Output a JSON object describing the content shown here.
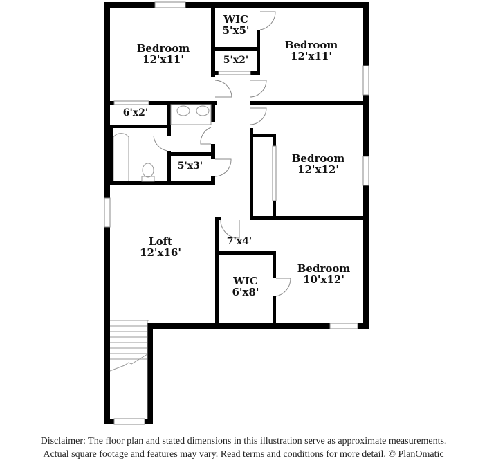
{
  "rooms": [
    {
      "id": "bedroom-nw",
      "name": "Bedroom",
      "dims": "12'x11'"
    },
    {
      "id": "wic-north",
      "name": "WIC",
      "dims": "5'x5'"
    },
    {
      "id": "closet-5x2",
      "name": "",
      "dims": "5'x2'"
    },
    {
      "id": "bedroom-ne",
      "name": "Bedroom",
      "dims": "12'x11'"
    },
    {
      "id": "closet-6x2",
      "name": "",
      "dims": "6'x2'"
    },
    {
      "id": "closet-5x3",
      "name": "",
      "dims": "5'x3'"
    },
    {
      "id": "bedroom-east",
      "name": "Bedroom",
      "dims": "12'x12'"
    },
    {
      "id": "loft",
      "name": "Loft",
      "dims": "12'x16'"
    },
    {
      "id": "hall-7x4",
      "name": "",
      "dims": "7'x4'"
    },
    {
      "id": "wic-south",
      "name": "WIC",
      "dims": "6'x8'"
    },
    {
      "id": "bedroom-se",
      "name": "Bedroom",
      "dims": "10'x12'"
    }
  ],
  "colors": {
    "wall": "#000000",
    "fixture": "#999999",
    "background": "#ffffff"
  },
  "disclaimer": {
    "line1": "Disclaimer: The floor plan and stated dimensions in this illustration serve as approximate measurements.",
    "line2": "Actual square footage and features may vary. Read terms and conditions for more detail. © PlanOmatic"
  }
}
